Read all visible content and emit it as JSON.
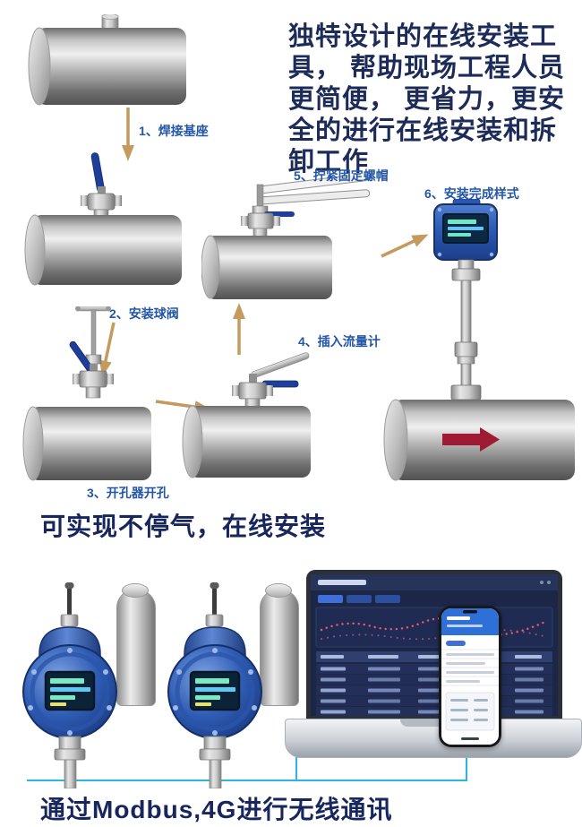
{
  "intro": {
    "text": "独特设计的在线安装工具， 帮助现场工程人员更简便， 更省力，更安全的进行在线安装和拆卸工作"
  },
  "steps": [
    {
      "label": "1、焊接基座"
    },
    {
      "label": "2、安装球阀"
    },
    {
      "label": "3、开孔器开孔"
    },
    {
      "label": "4、插入流量计"
    },
    {
      "label": "5、拧紧固定螺帽"
    },
    {
      "label": "6、安装完成样式"
    }
  ],
  "captions": {
    "online": "可实现不停气，在线安装",
    "comm": "通过Modbus,4G进行无线通讯"
  },
  "colors": {
    "step_label": "#2456a8",
    "heading": "#17265c",
    "arrow_gold": "#c49a5e",
    "wire_blue": "#2bb4e8",
    "device_blue": "#2a55ab",
    "flow_arrow_red": "#9e1b33"
  }
}
